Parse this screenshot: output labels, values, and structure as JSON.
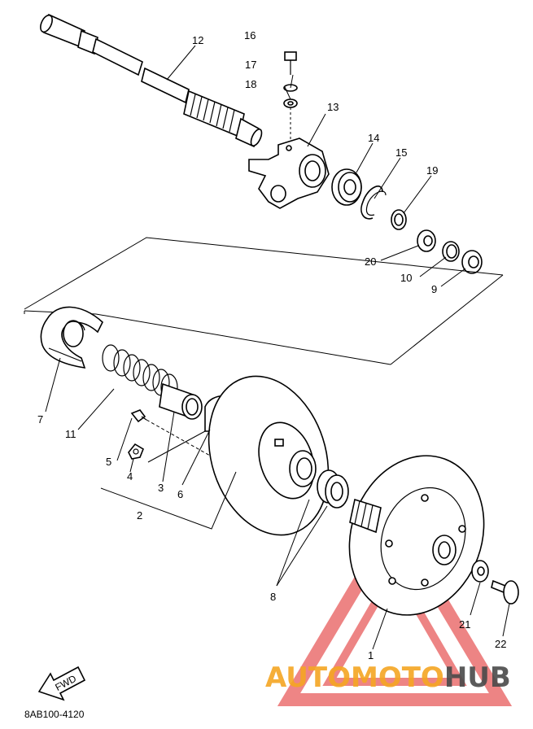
{
  "part_numbers": [
    "1",
    "2",
    "3",
    "4",
    "5",
    "6",
    "7",
    "8",
    "9",
    "10",
    "11",
    "12",
    "13",
    "14",
    "15",
    "16",
    "17",
    "18",
    "19",
    "20",
    "21",
    "22"
  ],
  "diagram_code": "8AB100-4120",
  "fwd_label": "FWD",
  "watermark": {
    "auto": "AUTO",
    "moto": "MOTO",
    "hub": "HUB",
    "colors": {
      "orange": "#f5a623",
      "grey": "#4a4a4a",
      "red": "#e02020"
    }
  }
}
